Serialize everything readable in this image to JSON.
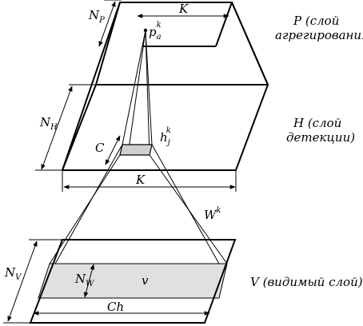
{
  "layers": {
    "pooling": {
      "caption_line1": "P (слой",
      "caption_line2": "агрегирования)"
    },
    "detection": {
      "caption_line1": "H (слой",
      "caption_line2": "детекции)"
    },
    "visible": {
      "caption": "V (видимый слой)"
    }
  },
  "labels": {
    "np_main": "N",
    "np_sub": "P",
    "k_top": "K",
    "pa_main": "p",
    "pa_sub": "a",
    "pa_sup": "k",
    "nh_main": "N",
    "nh_sub": "H",
    "hj_main": "h",
    "hj_sub": "j",
    "hj_sup": "k",
    "c": "C",
    "k_bottom": "K",
    "wk_main": "W",
    "wk_sup": "k",
    "nv_main": "N",
    "nv_sub": "V",
    "nw_main": "N",
    "nw_sub": "W",
    "v": "v",
    "ch": "Ch"
  },
  "colors": {
    "line": "#000000",
    "window_fill": "#e0e0e0",
    "background": "#ffffff"
  }
}
